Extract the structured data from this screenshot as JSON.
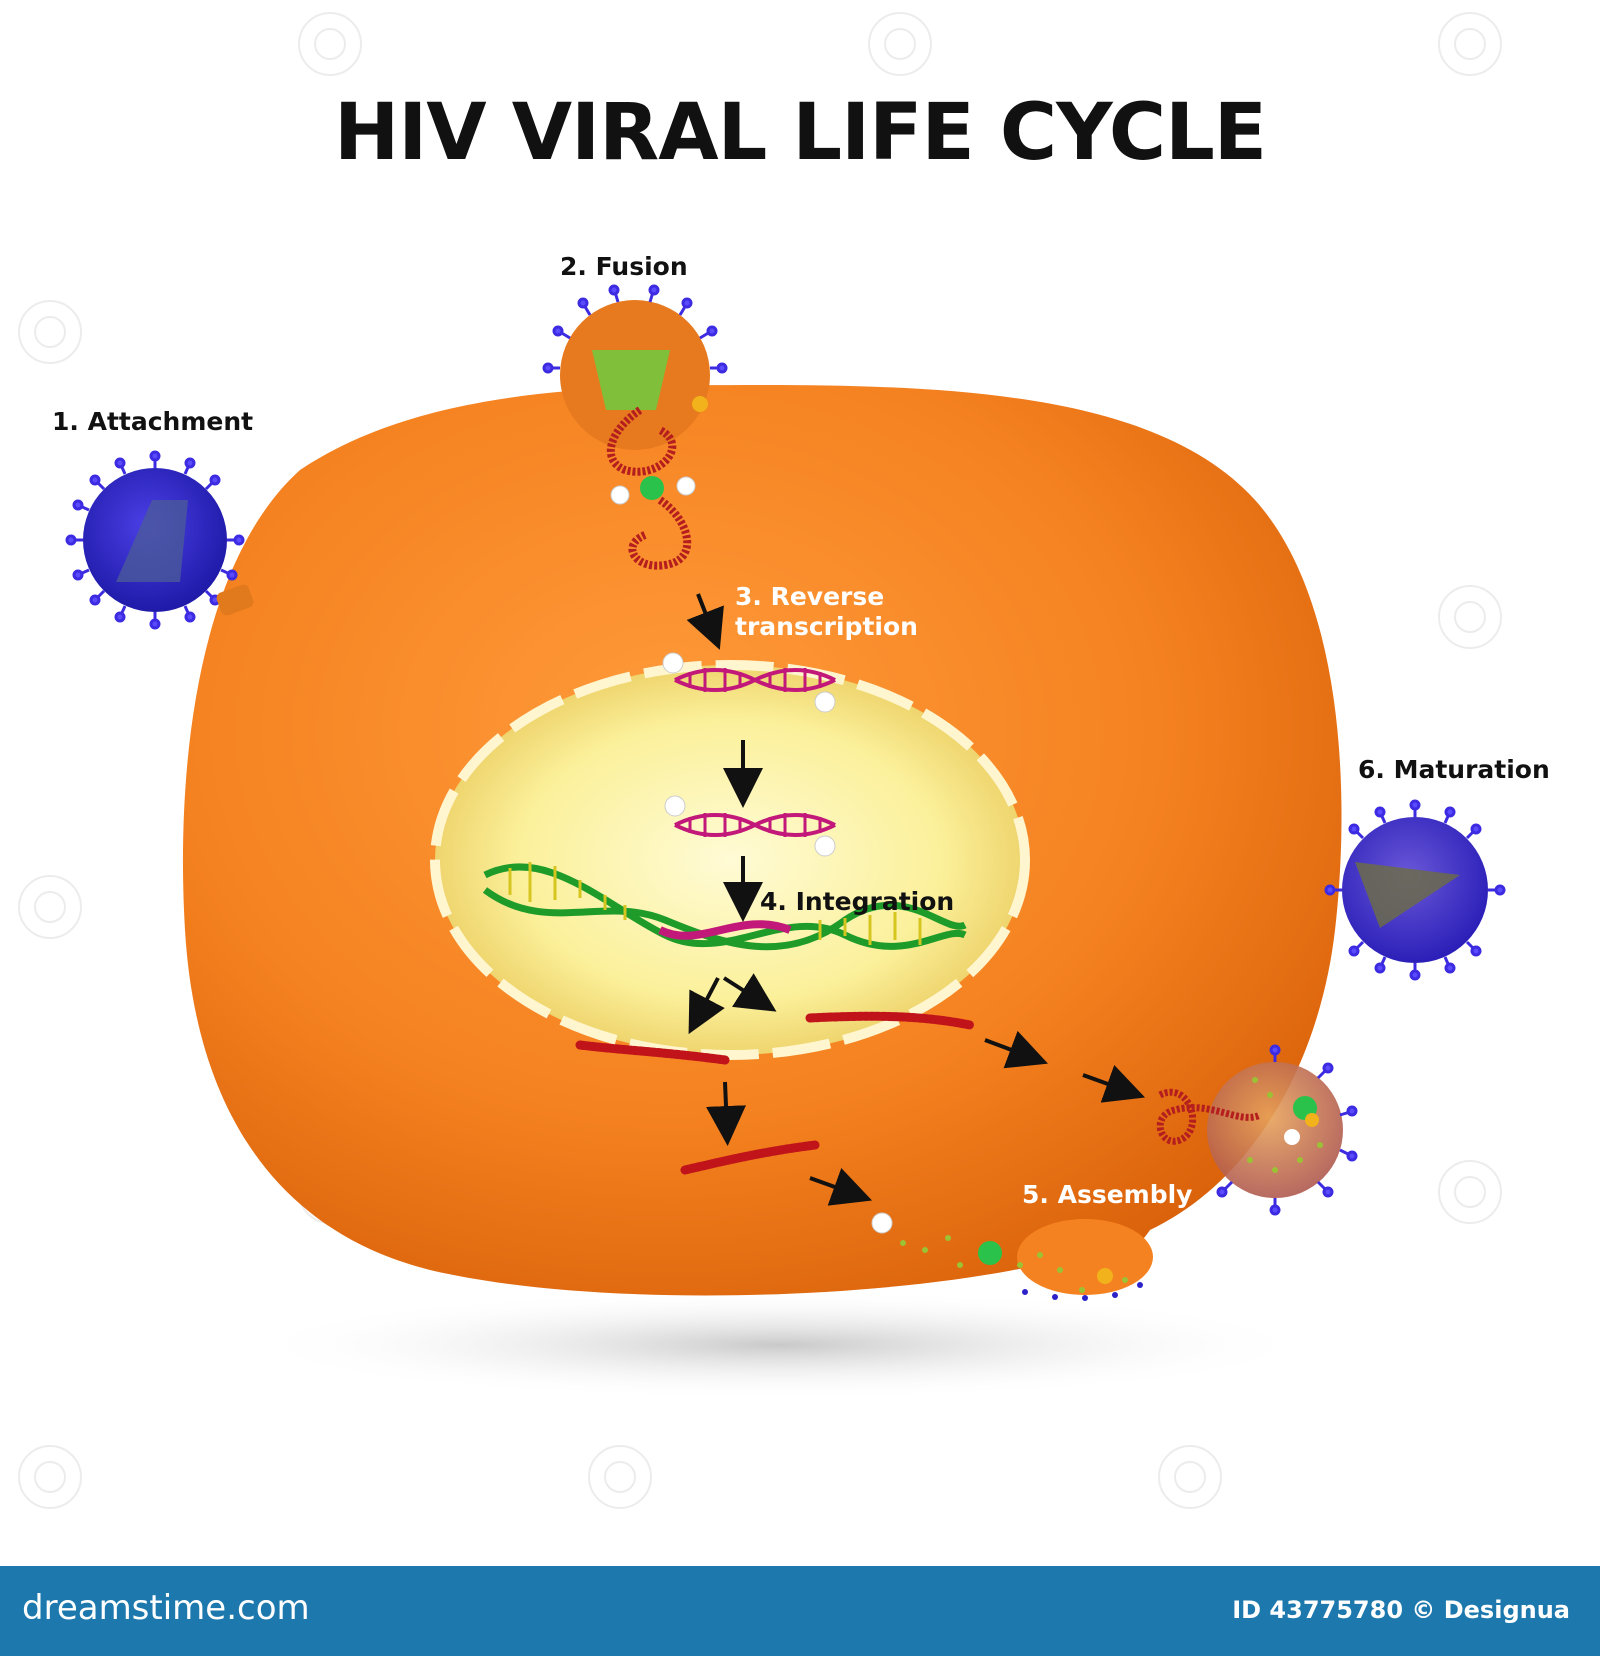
{
  "title": "HIV VIRAL LIFE CYCLE",
  "steps": {
    "attachment": "1. Attachment",
    "fusion": "2. Fusion",
    "reverse_line1": "3. Reverse",
    "reverse_line2": "transcription",
    "integration": "4. Integration",
    "assembly": "5. Assembly",
    "maturation": "6. Maturation"
  },
  "footer": {
    "site": "dreamstime.com",
    "credit": "ID 43775780 © Designua"
  },
  "colors": {
    "cell": "#f58220",
    "nucleus": "#fbf3a0",
    "virus": "#2b22c8",
    "rna": "#c0131a",
    "dna_host": "#1f9b2a",
    "dna_viral": "#c2187a",
    "footer": "#1d79ad"
  }
}
